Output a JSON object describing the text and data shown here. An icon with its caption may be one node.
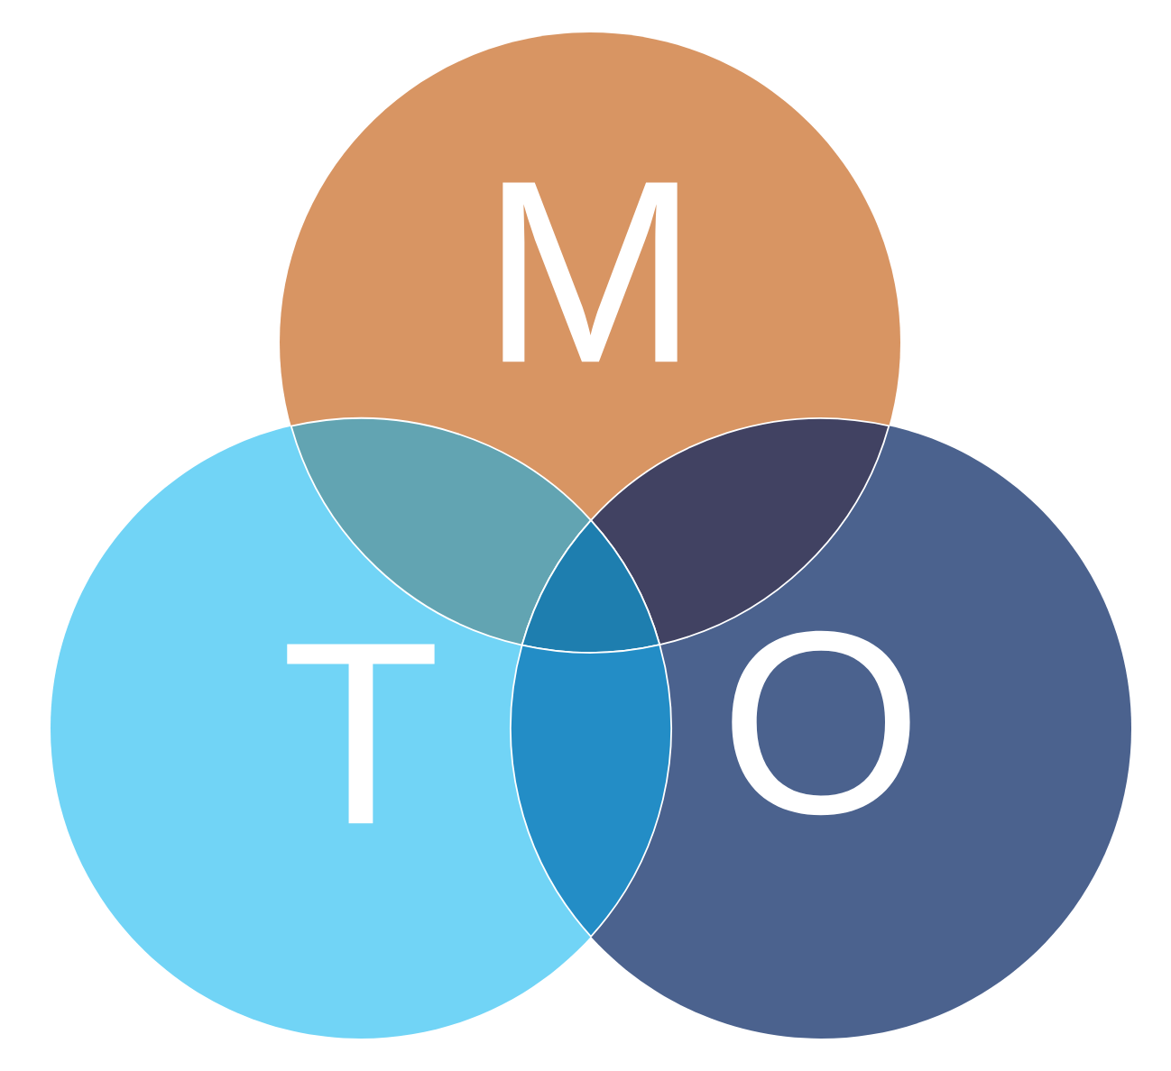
{
  "diagram": {
    "nodes": [
      {
        "text": [
          "M"
        ]
      },
      {
        "text": [
          "T"
        ]
      },
      {
        "text": [
          "O"
        ]
      },
      {
        "text": [],
        "shape": "lens"
      },
      {
        "text": [],
        "shape": "lens"
      },
      {
        "text": [],
        "shape": "triangle"
      },
      {
        "text": [],
        "shape": "lens"
      }
    ]
  }
}
